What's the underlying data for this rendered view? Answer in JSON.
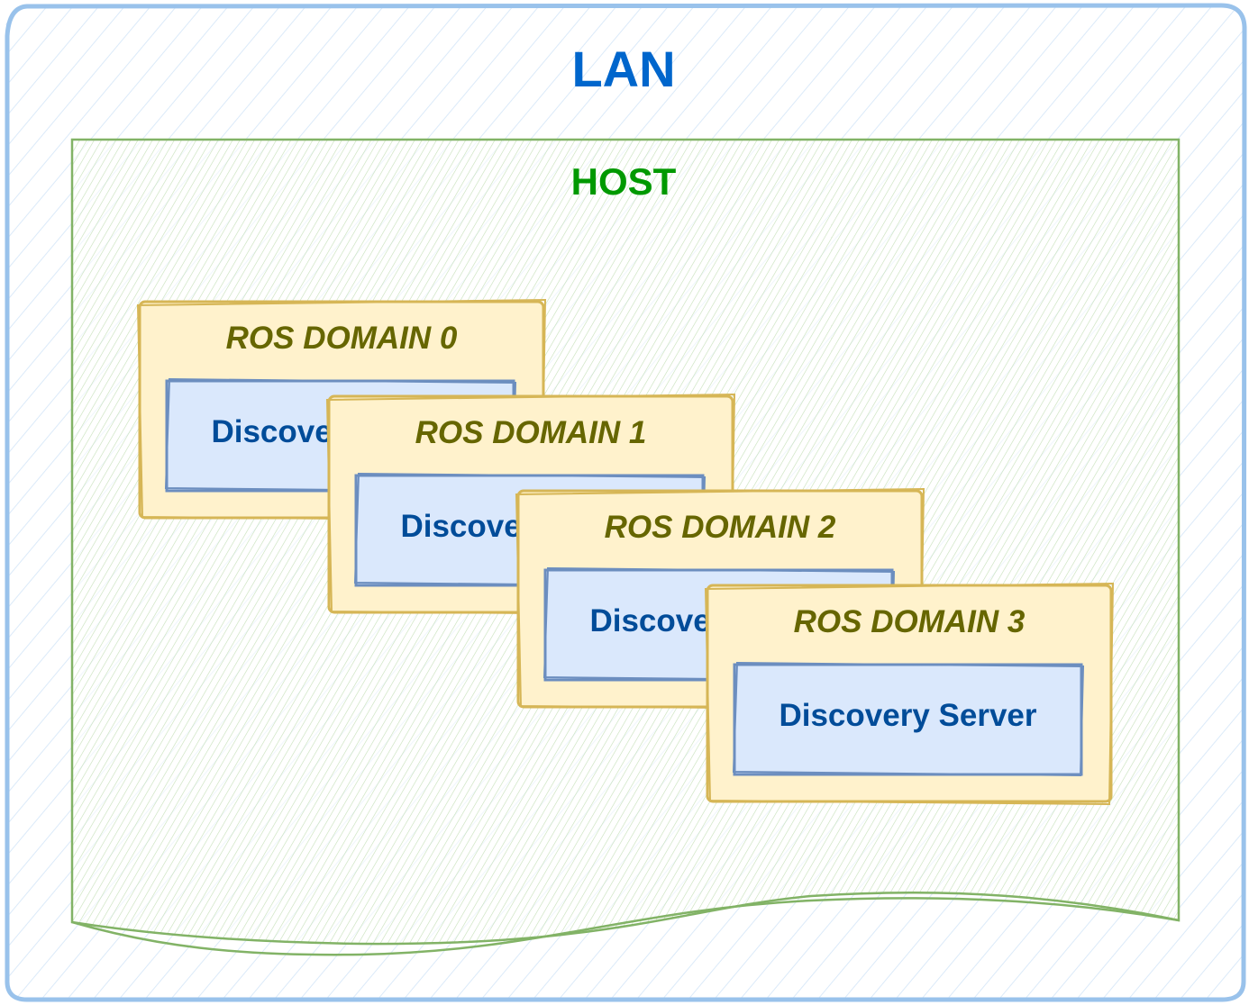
{
  "lan": {
    "title": "LAN",
    "stroke": "#99c2eb",
    "hatch": "#dbeaf9",
    "title_color": "#0066cc"
  },
  "host": {
    "title": "HOST",
    "stroke": "#82b366",
    "hatch": "#c5e0b8",
    "title_color": "#009900"
  },
  "domains": [
    {
      "title": "ROS DOMAIN 0",
      "server_label": "Discovery Server"
    },
    {
      "title": "ROS DOMAIN 1",
      "server_label": "Discovery Server"
    },
    {
      "title": "ROS DOMAIN 2",
      "server_label": "Discovery Server"
    },
    {
      "title": "ROS DOMAIN 3",
      "server_label": "Discovery Server"
    }
  ],
  "domain_style": {
    "fill": "#fff2cc",
    "stroke": "#d6b656",
    "title_color": "#666600"
  },
  "server_style": {
    "fill": "#dae8fc",
    "stroke": "#6c8ebf",
    "text_color": "#004c99"
  }
}
